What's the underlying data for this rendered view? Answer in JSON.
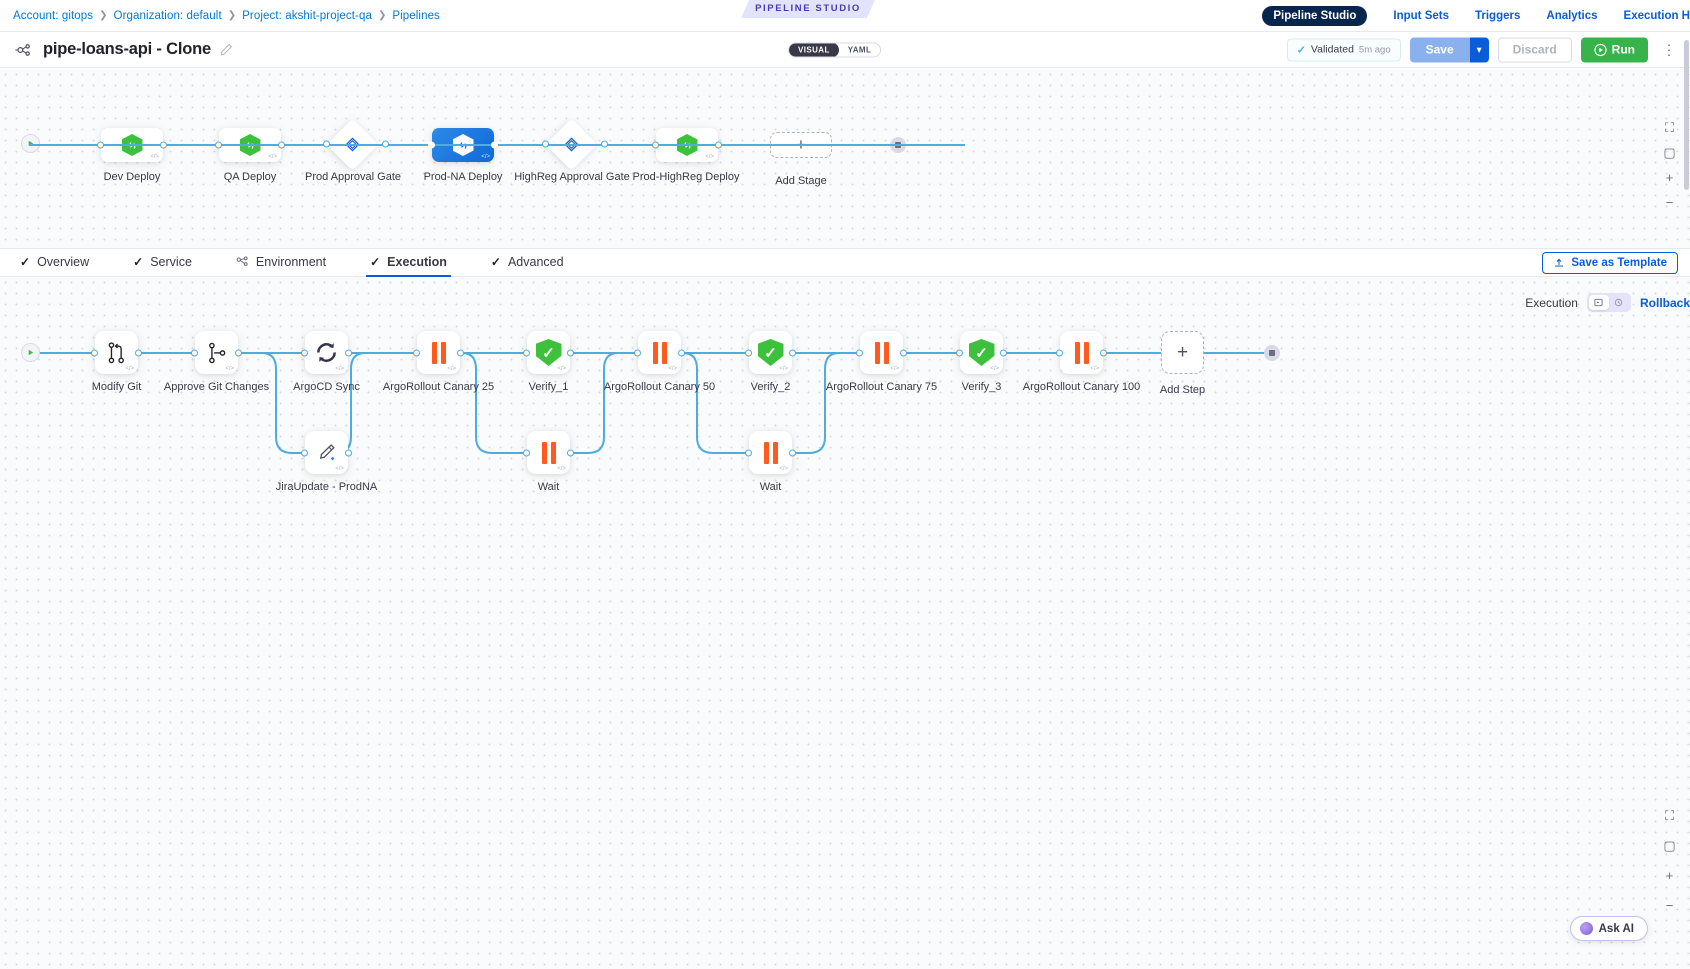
{
  "breadcrumbs": [
    {
      "label": "Account: gitops"
    },
    {
      "label": "Organization: default"
    },
    {
      "label": "Project: akshit-project-qa"
    },
    {
      "label": "Pipelines"
    }
  ],
  "studio_tag": "PIPELINE STUDIO",
  "topnav": [
    {
      "label": "Pipeline Studio",
      "active": true
    },
    {
      "label": "Input Sets",
      "active": false
    },
    {
      "label": "Triggers",
      "active": false
    },
    {
      "label": "Analytics",
      "active": false
    },
    {
      "label": "Execution H",
      "active": false
    }
  ],
  "header": {
    "pipeline_icon": "pipeline-icon",
    "title": "pipe-loans-api - Clone",
    "edit_icon": "pencil-icon",
    "mode_toggle": {
      "visual": "VISUAL",
      "yaml": "YAML",
      "selected": "VISUAL"
    },
    "validated": {
      "icon": "check-icon",
      "label": "Validated",
      "time": "5m ago"
    },
    "save_label": "Save",
    "save_caret_icon": "chevron-down-icon",
    "discard_label": "Discard",
    "run_label": "Run",
    "run_icon": "play-icon",
    "more_icon": "kebab-menu-icon"
  },
  "stage_canvas": {
    "start_icon": "play-icon",
    "end_icon": "stop-icon",
    "add_stage_label": "Add Stage",
    "add_icon": "plus-icon",
    "controls": [
      {
        "name": "fullscreen-icon",
        "glyph": "⛶"
      },
      {
        "name": "fit-screen-icon",
        "glyph": "▢"
      },
      {
        "name": "zoom-in-icon",
        "glyph": "+"
      },
      {
        "name": "zoom-out-icon",
        "glyph": "−"
      }
    ],
    "stages": [
      {
        "label": "Dev Deploy",
        "type": "deployment",
        "icon": "harness-hex-icon",
        "selected": false
      },
      {
        "label": "QA Deploy",
        "type": "deployment",
        "icon": "harness-hex-icon",
        "selected": false
      },
      {
        "label": "Prod Approval Gate",
        "type": "approval",
        "icon": "approval-diamond-icon",
        "selected": false
      },
      {
        "label": "Prod-NA Deploy",
        "type": "deployment",
        "icon": "harness-hex-icon",
        "selected": true
      },
      {
        "label": "HighReg Approval Gate",
        "type": "approval",
        "icon": "approval-diamond-icon",
        "selected": false
      },
      {
        "label": "Prod-HighReg Deploy",
        "type": "deployment",
        "icon": "harness-hex-icon",
        "selected": false
      }
    ]
  },
  "tabs": [
    {
      "label": "Overview",
      "icon": "check-icon",
      "active": false
    },
    {
      "label": "Service",
      "icon": "check-icon",
      "active": false
    },
    {
      "label": "Environment",
      "icon": "infrastructure-icon",
      "active": false
    },
    {
      "label": "Execution",
      "icon": "check-icon",
      "active": true
    },
    {
      "label": "Advanced",
      "icon": "check-icon",
      "active": false
    }
  ],
  "save_as_template": {
    "label": "Save as Template",
    "icon": "template-upload-icon"
  },
  "step_canvas": {
    "execution_label": "Execution",
    "rollback_label": "Rollback",
    "toggle_icons": [
      {
        "name": "execution-toggle-icon",
        "glyph": "▤",
        "on": true
      },
      {
        "name": "rollback-toggle-icon",
        "glyph": "◷",
        "on": false
      }
    ],
    "add_step_label": "Add Step",
    "add_icon": "plus-icon",
    "start_icon": "play-icon",
    "end_icon": "stop-icon",
    "steps": [
      {
        "label": "Modify Git",
        "icon": "git-branch-icon",
        "row": "main"
      },
      {
        "label": "Approve Git Changes",
        "icon": "git-merge-icon",
        "row": "main"
      },
      {
        "label": "ArgoCD Sync",
        "icon": "sync-refresh-icon",
        "row": "main"
      },
      {
        "label": "ArgoRollout Canary 25",
        "icon": "pause-icon",
        "row": "main"
      },
      {
        "label": "Verify_1",
        "icon": "verify-shield-icon",
        "row": "main"
      },
      {
        "label": "ArgoRollout Canary 50",
        "icon": "pause-icon",
        "row": "main"
      },
      {
        "label": "Verify_2",
        "icon": "verify-shield-icon",
        "row": "main"
      },
      {
        "label": "ArgoRollout Canary 75",
        "icon": "pause-icon",
        "row": "main"
      },
      {
        "label": "Verify_3",
        "icon": "verify-shield-icon",
        "row": "main"
      },
      {
        "label": "ArgoRollout Canary 100",
        "icon": "pause-icon",
        "row": "main"
      }
    ],
    "parallel_steps": [
      {
        "label": "JiraUpdate - ProdNA",
        "icon": "jira-edit-icon",
        "parent": "ArgoCD Sync"
      },
      {
        "label": "Wait",
        "icon": "pause-icon",
        "parent": "Verify_1"
      },
      {
        "label": "Wait",
        "icon": "pause-icon",
        "parent": "Verify_2"
      }
    ],
    "controls": [
      {
        "name": "fullscreen-icon",
        "glyph": "⛶"
      },
      {
        "name": "fit-screen-icon",
        "glyph": "▢"
      },
      {
        "name": "zoom-in-icon",
        "glyph": "+"
      },
      {
        "name": "zoom-out-icon",
        "glyph": "−"
      }
    ]
  },
  "ask_ai": {
    "label": "Ask AI",
    "icon": "ai-sparkle-icon"
  },
  "colors": {
    "accent_blue": "#0b5cd8",
    "link_blue": "#0278d5",
    "edge_blue": "#4dace0",
    "green": "#3dc13c",
    "run_green": "#38b24a",
    "orange": "#ff5b1f",
    "selected_stage": "#1068d8"
  }
}
